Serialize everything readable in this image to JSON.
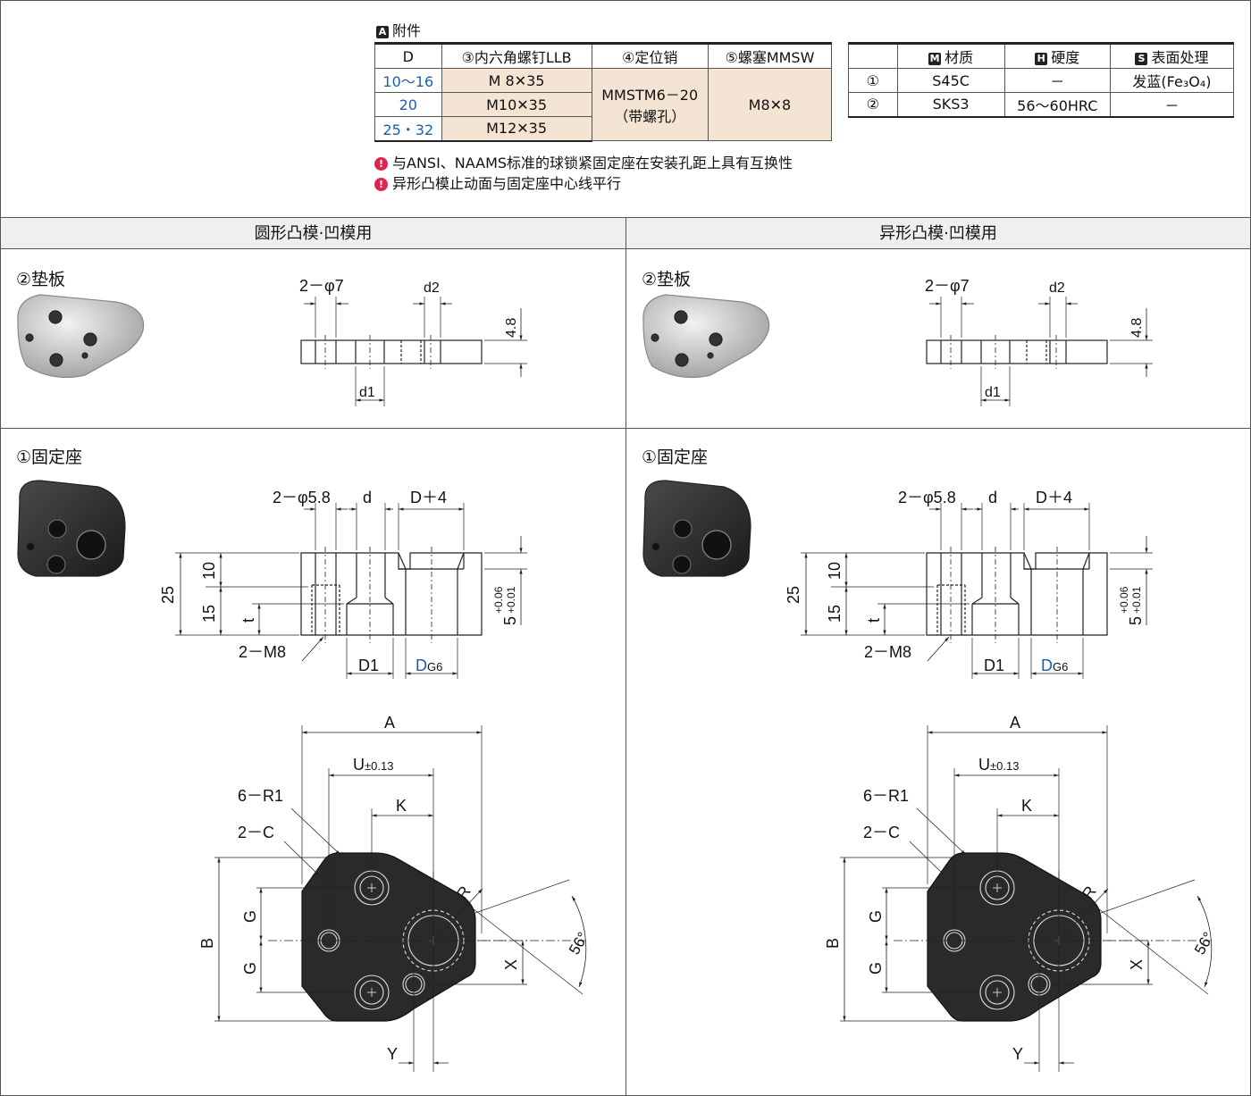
{
  "accessories": {
    "tag": "A",
    "title": "附件",
    "headers": [
      "D",
      "③内六角螺钉LLB",
      "④定位销",
      "⑤螺塞MMSW"
    ],
    "rows": [
      {
        "d": "10～16",
        "screw": "M  8✕35"
      },
      {
        "d": "20",
        "screw": "M10✕35"
      },
      {
        "d": "25・32",
        "screw": "M12✕35"
      }
    ],
    "pin_line1": "MMSTM6－20",
    "pin_line2": "（带螺孔）",
    "plug": "M8✕8"
  },
  "materials": {
    "headers": [
      {
        "tag": "M",
        "label": "材质"
      },
      {
        "tag": "H",
        "label": "硬度"
      },
      {
        "tag": "S",
        "label": "表面处理"
      }
    ],
    "rows": [
      {
        "part": "①",
        "material": "S45C",
        "hardness": "－",
        "surface": "发蓝(Fe₃O₄)"
      },
      {
        "part": "②",
        "material": "SKS3",
        "hardness": "56～60HRC",
        "surface": "－"
      }
    ]
  },
  "notes": [
    "与ANSI、NAAMS标准的球锁紧固定座在安装孔距上具有互换性",
    "异形凸模止动面与固定座中心线平行"
  ],
  "columns": {
    "left": "圆形凸模·凹模用",
    "right": "异形凸模·凹模用"
  },
  "parts": {
    "pad": "②垫板",
    "holder": "①固定座"
  },
  "dims": {
    "holes_phi7": "2－φ7",
    "d2": "d2",
    "d1": "d1",
    "t48": "4.8",
    "holes_phi58": "2－φ5.8",
    "d": "d",
    "d_plus4": "D＋4",
    "h25": "25",
    "h10": "10",
    "h15": "15",
    "t": "t",
    "m8": "2－M8",
    "D1": "D1",
    "DG6_main": "D",
    "DG6_sub": "G6",
    "tol5": "5",
    "tol_up": "+0.06",
    "tol_dn": "+0.01",
    "A": "A",
    "U": "U",
    "U_tol": "±0.13",
    "K": "K",
    "R1": "6－R1",
    "C": "2－C",
    "R": "R",
    "B": "B",
    "G": "G",
    "X": "X",
    "Y": "Y",
    "angle": "56°"
  },
  "colors": {
    "accent_blue": "#1c5ea8",
    "table_fill": "#f3e4d3",
    "note_red": "#e0244d"
  }
}
